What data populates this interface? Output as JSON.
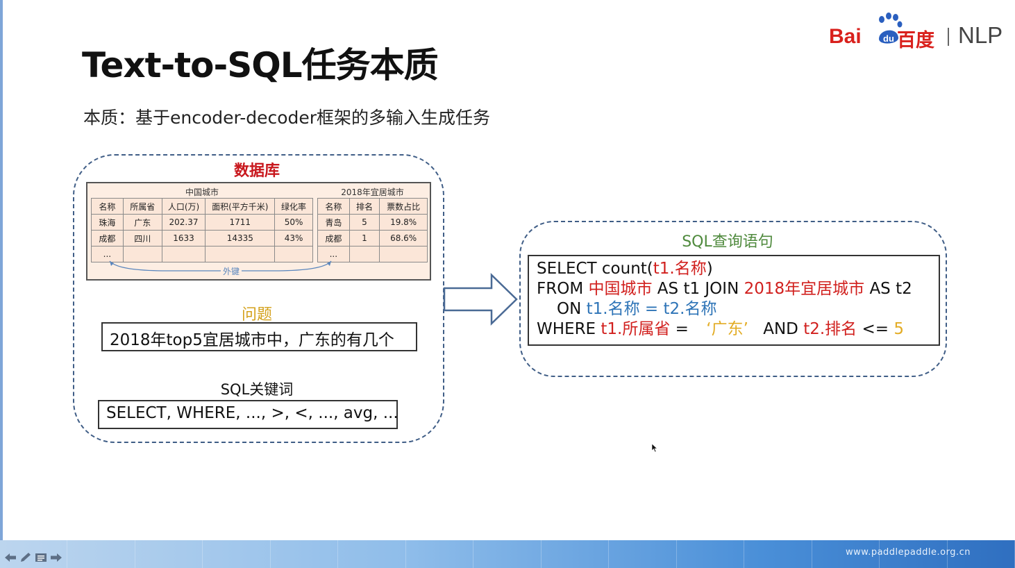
{
  "slide": {
    "title": "Text-to-SQL任务本质",
    "subtitle": "本质：基于encoder-decoder框架的多输入生成任务"
  },
  "logo": {
    "bai": "Bai",
    "du": "du",
    "baidu_cn": "百度",
    "nlp": "NLP",
    "brand_color": "#d9211d"
  },
  "database": {
    "title": "数据库",
    "table1": {
      "caption": "中国城市",
      "headers": [
        "名称",
        "所属省",
        "人口(万)",
        "面积(平方千米)",
        "绿化率"
      ],
      "rows": [
        [
          "珠海",
          "广东",
          "202.37",
          "1711",
          "50%"
        ],
        [
          "成都",
          "四川",
          "1633",
          "14335",
          "43%"
        ],
        [
          "...",
          "",
          "",
          "",
          ""
        ]
      ]
    },
    "table2": {
      "caption": "2018年宜居城市",
      "headers": [
        "名称",
        "排名",
        "票数占比"
      ],
      "rows": [
        [
          "青岛",
          "5",
          "19.8%"
        ],
        [
          "成都",
          "1",
          "68.6%"
        ],
        [
          "...",
          "",
          ""
        ]
      ]
    },
    "foreign_key_label": "外键"
  },
  "question": {
    "title": "问题",
    "text": "2018年top5宜居城市中，广东的有几个"
  },
  "keywords": {
    "title": "SQL关键词",
    "text": "SELECT, WHERE, ...,   >, <, ..., avg, ..."
  },
  "sql": {
    "title": "SQL查询语句",
    "line1": {
      "a": "SELECT count(",
      "b": "t1.名称",
      "c": ")"
    },
    "line2": {
      "a": "FROM ",
      "b": "中国城市",
      "c": " AS t1 JOIN ",
      "d": "2018年宜居城市",
      "e": " AS t2"
    },
    "line3": {
      "a": "ON ",
      "b": "t1.名称 = t2.名称"
    },
    "line4": {
      "a": "WHERE ",
      "b": "t1.所属省",
      "c": " = ",
      "d": "‘广东’",
      "e": " AND ",
      "f": "t2.排名",
      "g": " <= ",
      "h": "5"
    }
  },
  "footer": {
    "url": "www.paddlepaddle.org.cn",
    "toolbar_icons": [
      "arrow-left-icon",
      "pen-icon",
      "menu-icon",
      "arrow-right-icon"
    ]
  }
}
